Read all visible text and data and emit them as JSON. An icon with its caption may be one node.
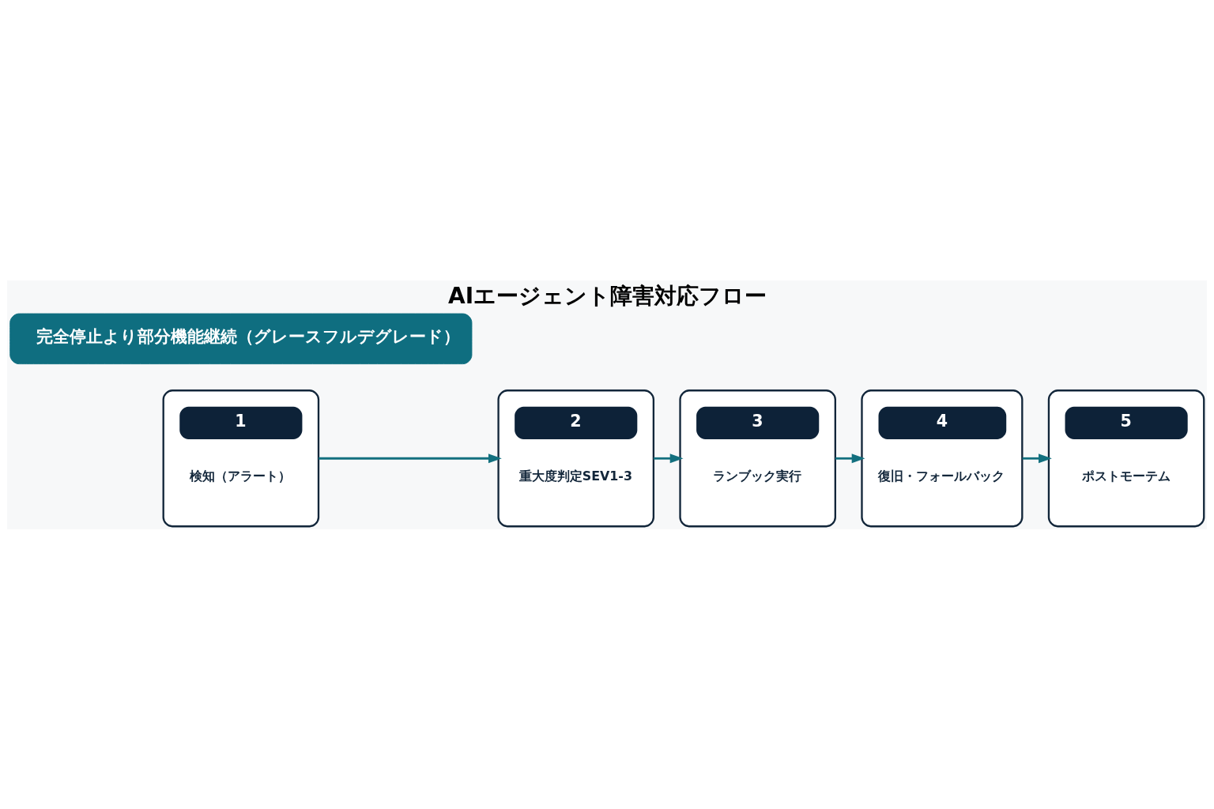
{
  "diagram": {
    "title": "AIエージェント障害対応フロー",
    "nodes": [
      {
        "text": [
          "1",
          "検知（アラート）"
        ]
      },
      {
        "text": [
          "2",
          "重大度判定SEV1-3"
        ]
      },
      {
        "text": [
          "3",
          "ランブック実行"
        ]
      },
      {
        "text": [
          "4",
          "復旧・フォールバック"
        ]
      },
      {
        "text": [
          "5",
          "ポストモーテム"
        ]
      },
      {
        "text": [
          "完全停止より部分機能継続（グレースフルデグレード）"
        ]
      }
    ],
    "edges": [
      {
        "from": 0,
        "to": 1,
        "arrow": "to"
      },
      {
        "from": 1,
        "to": 2,
        "arrow": "to"
      },
      {
        "from": 2,
        "to": 3,
        "arrow": "to"
      },
      {
        "from": 3,
        "to": 4,
        "arrow": "to"
      }
    ]
  }
}
